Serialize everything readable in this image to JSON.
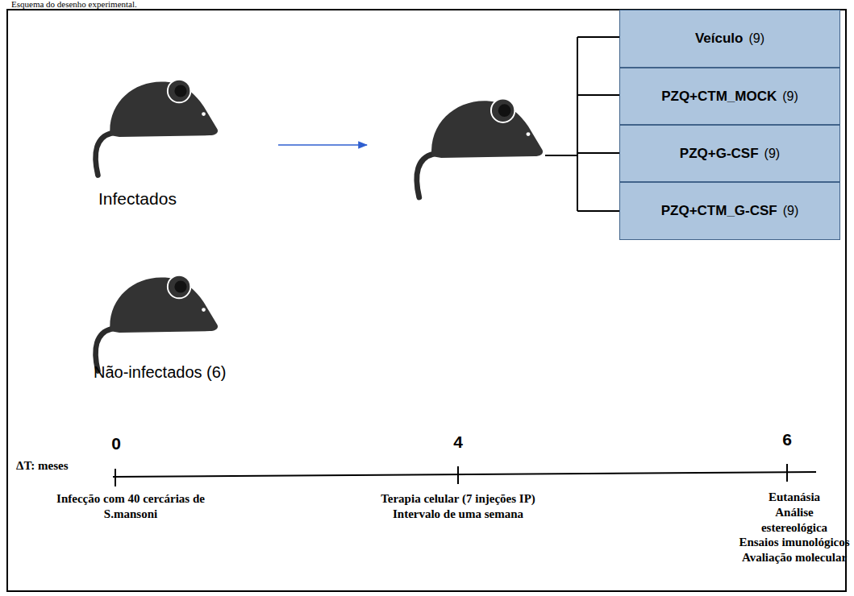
{
  "diagram": {
    "nodes": [
      {
        "text": [
          "Veículo",
          "(9)"
        ]
      },
      {
        "text": [
          "PZQ+CTM_MOCK",
          "(9)"
        ]
      },
      {
        "text": [
          "PZQ+G-CSF",
          "(9)"
        ]
      },
      {
        "text": [
          "PZQ+CTM_G-CSF",
          "(9)"
        ]
      }
    ],
    "labels": [
      "Esquema do desenho experimental.",
      "Infectados",
      "Não-infectados (6)",
      "ΔT: meses",
      "0",
      "4",
      "6",
      "Infecção com 40 cercárias de S.mansoni",
      "Terapia celular (7 injeções IP)",
      "Intervalo de uma semana",
      "Eutanásia",
      "Análise estereológica",
      "Ensaios imunológicos",
      "Avaliação molecular"
    ]
  }
}
